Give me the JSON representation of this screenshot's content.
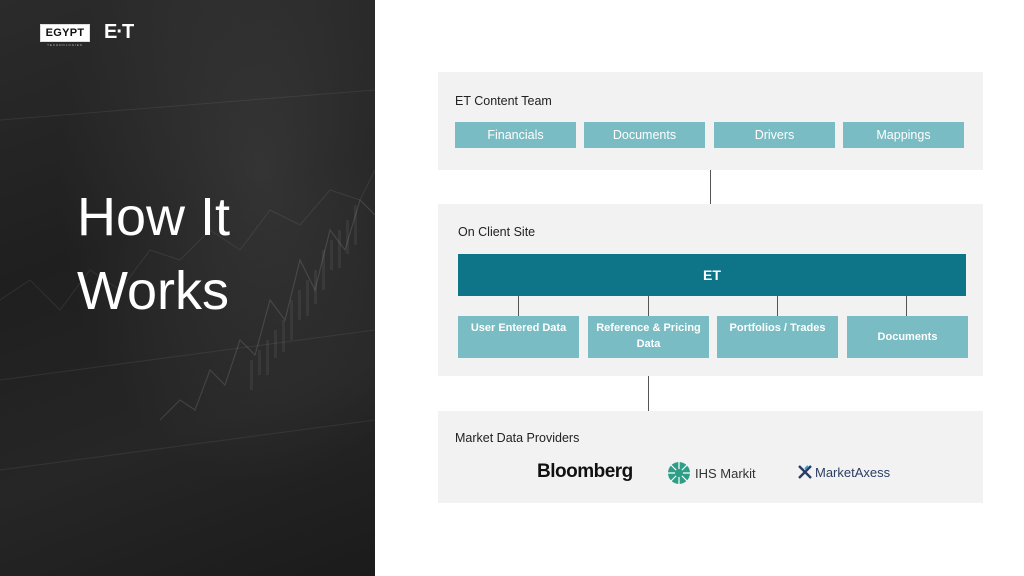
{
  "branding": {
    "logo_box": "EGYPT",
    "logo_sub": "TECHNOLOGIES",
    "logo_et": "E·T"
  },
  "slide": {
    "title_line1": "How It",
    "title_line2": "Works"
  },
  "content_team": {
    "label": "ET Content Team",
    "items": [
      "Financials",
      "Documents",
      "Drivers",
      "Mappings"
    ]
  },
  "client_site": {
    "label": "On Client Site",
    "et_label": "ET",
    "items": [
      "User Entered Data",
      "Reference & Pricing Data",
      "Portfolios / Trades",
      "Documents"
    ]
  },
  "market_data": {
    "label": "Market Data Providers",
    "providers": [
      "Bloomberg",
      "IHS Markit",
      "MarketAxess"
    ]
  },
  "colors": {
    "accent_dark": "#0e7488",
    "accent_light": "#79bcc3",
    "panel_bg": "#f2f2f2",
    "left_bg": "#1f1f1f"
  }
}
